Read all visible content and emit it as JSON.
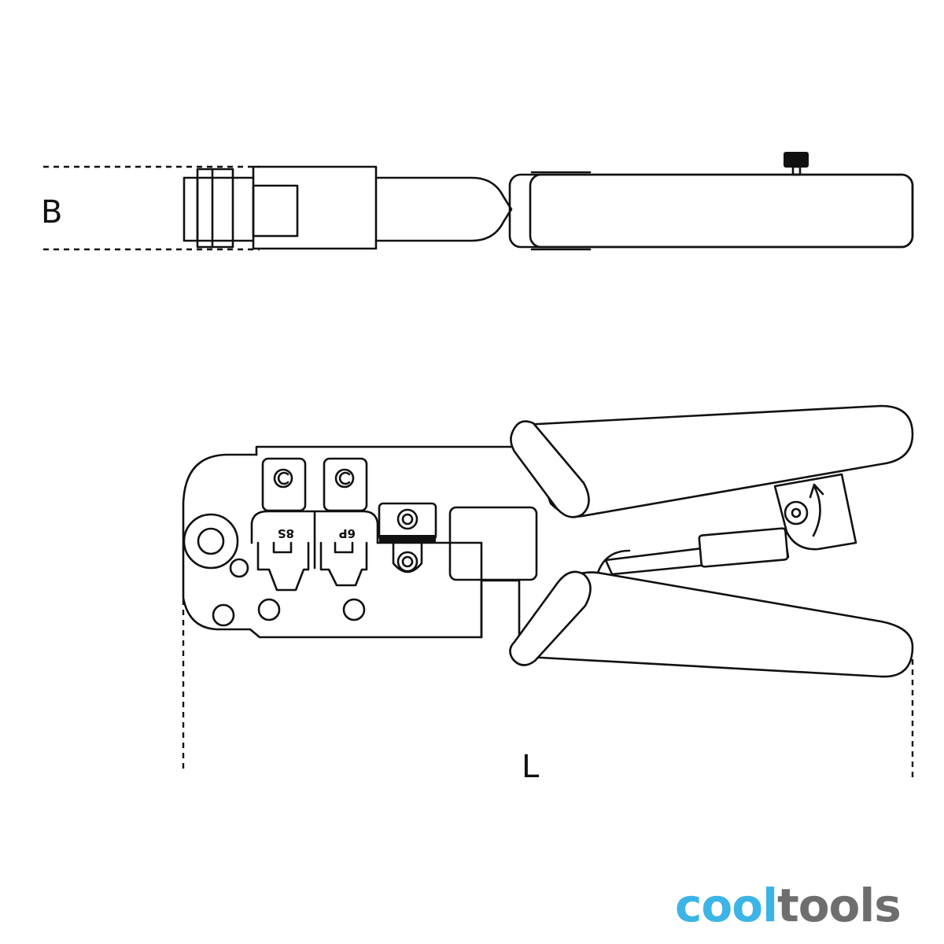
{
  "dimensions": {
    "width_label": "B",
    "length_label": "L"
  },
  "dies": {
    "left": "8S",
    "right": "6P"
  },
  "brand": {
    "part1": "cool",
    "part2": "tools",
    "color1": "#3cb4e6",
    "color2": "#6e6e6e"
  }
}
